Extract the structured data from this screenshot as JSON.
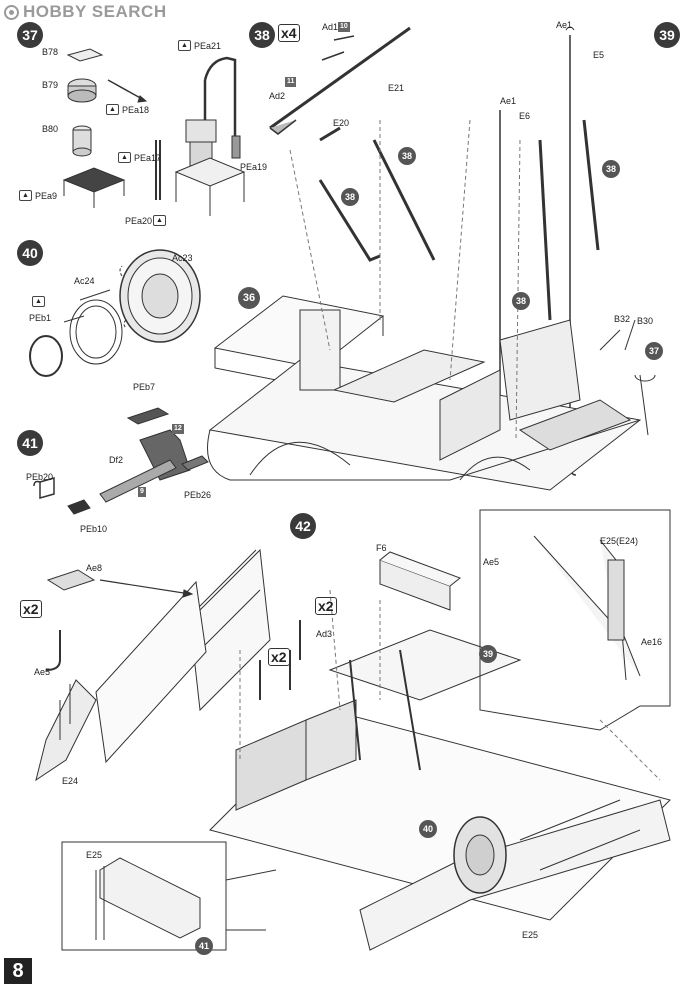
{
  "header": {
    "logo_text": "HOBBY SEARCH"
  },
  "page_number": "8",
  "steps": {
    "s37": {
      "number": "37",
      "parts": {
        "b78": "B78",
        "b79": "B79",
        "b80": "B80",
        "pea9": "PEa9",
        "pea17": "PEa17",
        "pea18": "PEa18",
        "pea19": "PEa19",
        "pea20": "PEa20",
        "pea21": "PEa21"
      }
    },
    "s38": {
      "number": "38",
      "multiplier": "x4",
      "parts": {
        "ad1": "Ad1",
        "ad1_sq": "10",
        "ad2": "Ad2",
        "ad2_sq": "11",
        "e20": "E20",
        "e21": "E21"
      }
    },
    "s39": {
      "number": "39",
      "parts": {
        "ae1a": "Ae1",
        "ae1b": "Ae1",
        "e5": "E5",
        "e6": "E6",
        "b32": "B32",
        "b30": "B30"
      }
    },
    "s40": {
      "number": "40",
      "parts": {
        "ac23": "Ac23",
        "ac24": "Ac24",
        "peb1": "PEb1"
      }
    },
    "s41": {
      "number": "41",
      "parts": {
        "peb7": "PEb7",
        "peb20": "PEb20",
        "peb10": "PEb10",
        "peb26": "PEb26",
        "df2": "Df2",
        "sq12": "12",
        "sq9": "9"
      }
    },
    "s36": {
      "number": "36"
    },
    "s42": {
      "number": "42",
      "parts": {
        "ae8": "Ae8",
        "ae5a": "Ae5",
        "ae5b": "Ae5",
        "e24": "E24",
        "e25a": "E25",
        "e25b": "E25",
        "e25e24": "E25(E24)",
        "ae16": "Ae16",
        "f6": "F6",
        "ad3": "Ad3",
        "x2a": "x2",
        "x2b": "x2",
        "x2c": "x2"
      }
    },
    "refs": {
      "r38a": "38",
      "r38b": "38",
      "r38c": "38",
      "r38d": "38",
      "r37": "37",
      "r39": "39",
      "r40": "40",
      "r41": "41"
    }
  }
}
